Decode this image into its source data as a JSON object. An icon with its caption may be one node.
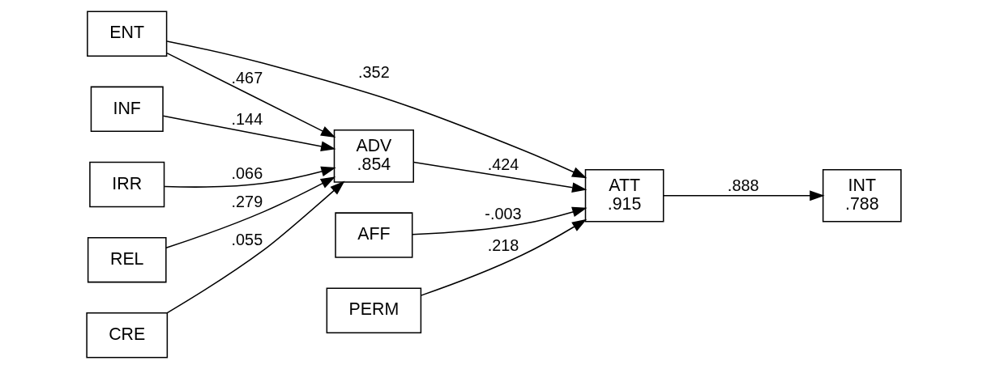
{
  "diagram": {
    "nodes": [
      {
        "text": [
          "ENT"
        ]
      },
      {
        "text": [
          "INF"
        ]
      },
      {
        "text": [
          "IRR"
        ]
      },
      {
        "text": [
          "REL"
        ]
      },
      {
        "text": [
          "CRE"
        ]
      },
      {
        "text": [
          "ADV",
          ".854"
        ]
      },
      {
        "text": [
          "AFF"
        ]
      },
      {
        "text": [
          "PERM"
        ]
      },
      {
        "text": [
          "ATT",
          ".915"
        ]
      },
      {
        "text": [
          "INT",
          ".788"
        ]
      }
    ],
    "edges": [
      {
        "from": 0,
        "to": 8,
        "arrow": "to",
        "label": ".352"
      },
      {
        "from": 0,
        "to": 5,
        "arrow": "to",
        "label": ".467"
      },
      {
        "from": 1,
        "to": 5,
        "arrow": "to",
        "label": ".144"
      },
      {
        "from": 2,
        "to": 5,
        "arrow": "to",
        "label": ".066"
      },
      {
        "from": 3,
        "to": 5,
        "arrow": "to",
        "label": ".279"
      },
      {
        "from": 4,
        "to": 5,
        "arrow": "to",
        "label": ".055"
      },
      {
        "from": 6,
        "to": 8,
        "arrow": "to",
        "label": "-.003"
      },
      {
        "from": 7,
        "to": 8,
        "arrow": "to",
        "label": ".218"
      },
      {
        "from": 5,
        "to": 8,
        "arrow": "to",
        "label": ".424"
      },
      {
        "from": 8,
        "to": 9,
        "arrow": "to",
        "label": ".888"
      }
    ]
  }
}
